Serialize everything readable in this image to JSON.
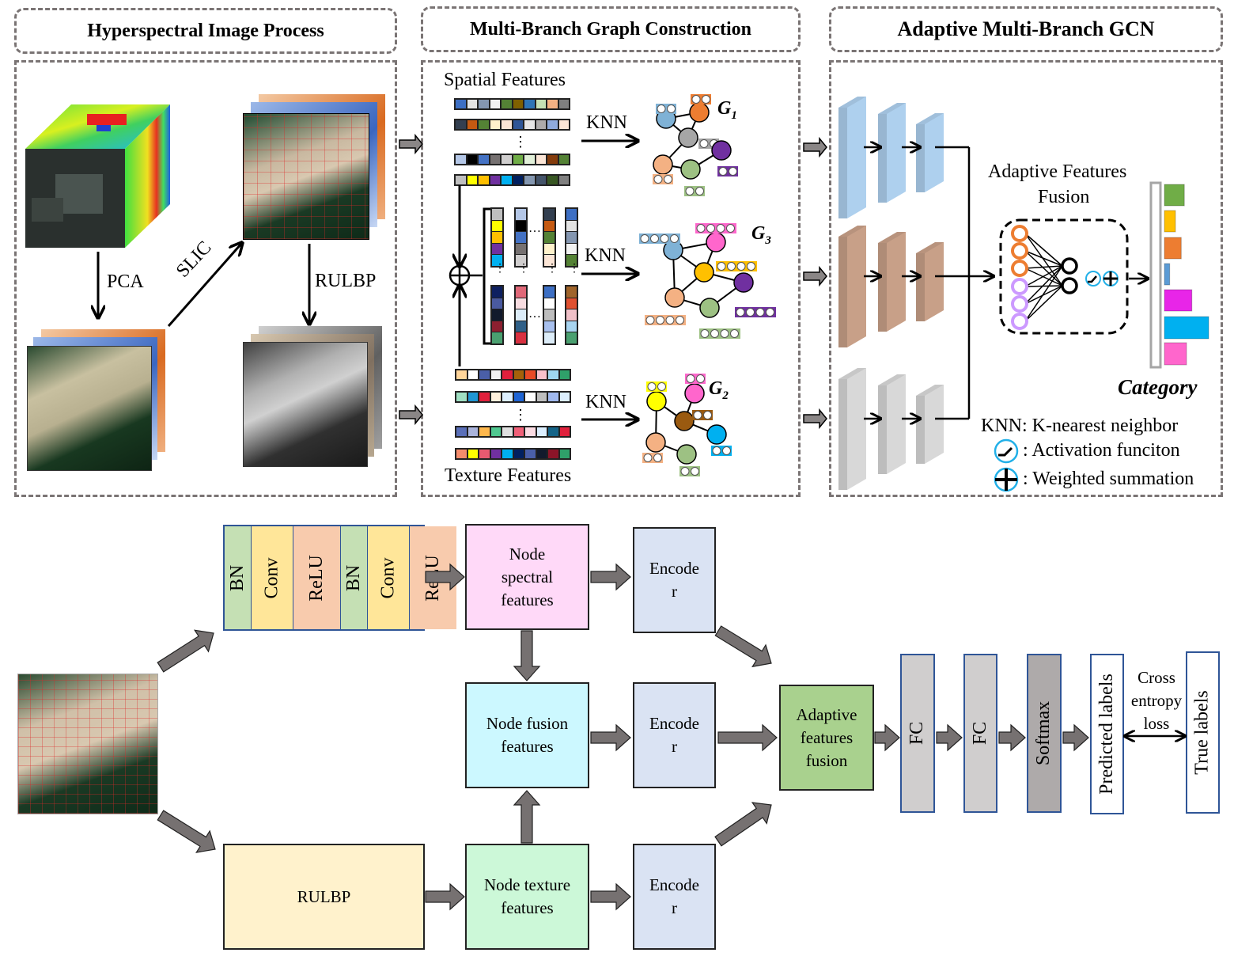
{
  "headers": {
    "hsi": "Hyperspectral Image Process",
    "graph": "Multi-Branch Graph Construction",
    "gcn": "Adaptive Multi-Branch GCN"
  },
  "hsi_panel": {
    "pca": "PCA",
    "slic": "SLIC",
    "rulbp": "RULBP",
    "images": [
      "hyperspectral-cube",
      "pca-components",
      "slic-superpixels",
      "rulbp-texture-maps"
    ]
  },
  "graph_panel": {
    "spatial_label": "Spatial Features",
    "texture_label": "Texture Features",
    "knn": "KNN",
    "spatial_rows": [
      [
        "#3d6fc4",
        "#e3e3e3",
        "#8496b0",
        "#f2f2f2",
        "#548235",
        "#7f6000",
        "#2e75b6",
        "#c5e0b4",
        "#f4b183",
        "#7f7f7f"
      ],
      [
        "#333f50",
        "#c55a11",
        "#548235",
        "#fff2cc",
        "#fbe5d6",
        "#2f5597",
        "#e7e6e6",
        "#aeabab",
        "#8faadc",
        "#fbe5d6"
      ],
      [
        "#b4c7e7",
        "#000000",
        "#4472c4",
        "#767171",
        "#d0cece",
        "#70ad47",
        "#e2f0d9",
        "#fbe5d6",
        "#843c0c",
        "#548235"
      ],
      [
        "#bfbfbf",
        "#ffff00",
        "#ffc000",
        "#7030a0",
        "#00b0f0",
        "#002060",
        "#8497b0",
        "#44546a",
        "#385723",
        "#808080"
      ]
    ],
    "texture_rows": [
      [
        "#ffd59a",
        "#ffffff",
        "#4a5fa8",
        "#f2f2f2",
        "#e0203c",
        "#a5610a",
        "#e84a25",
        "#f8c0cb",
        "#9fd6f0",
        "#2fa06a"
      ],
      [
        "#9fdfc2",
        "#1f96d3",
        "#e0203c",
        "#fff0dc",
        "#dcefff",
        "#1e64d4",
        "#ffffff",
        "#bebebe",
        "#a0b8ee",
        "#dcefff"
      ],
      [
        "#5a6fb8",
        "#aab4dc",
        "#ffb84d",
        "#50c890",
        "#e0e0e0",
        "#f06078",
        "#fbdce3",
        "#dcefff",
        "#146488",
        "#e0203c"
      ],
      [
        "#f58c6c",
        "#ffff00",
        "#e85a70",
        "#7030a0",
        "#00b0f0",
        "#002060",
        "#4a5fa8",
        "#121a2c",
        "#8c1428",
        "#2fa06a"
      ]
    ],
    "fused_columns": [
      {
        "top": [
          "#bfbfbf",
          "#ffff00",
          "#ffc000",
          "#7030a0",
          "#00b0f0"
        ],
        "bottom": [
          "#0e2060",
          "#4a5aa0",
          "#121a2c",
          "#8c2030",
          "#4aa070"
        ]
      },
      {
        "top": [
          "#b4c7e7",
          "#000000",
          "#4472c4",
          "#767171",
          "#d0cece"
        ],
        "bottom": [
          "#e06878",
          "#f8dce0",
          "#dcecf8",
          "#306088",
          "#d83040"
        ]
      },
      {
        "top": [
          "#333f50",
          "#c55a11",
          "#548235",
          "#fff2cc",
          "#fbe5d6"
        ],
        "bottom": [
          "#3d6fc4",
          "#ffffff",
          "#bdbdbd",
          "#a8c0ee",
          "#dcecf8"
        ]
      },
      {
        "top": [
          "#3d6fc4",
          "#e3e3e3",
          "#8496b0",
          "#f2f2f2",
          "#548235"
        ],
        "bottom": [
          "#a0642a",
          "#e05030",
          "#f0c0c8",
          "#a8d4f0",
          "#4aa070"
        ]
      }
    ],
    "graphs": [
      {
        "label": "G",
        "sub": "1",
        "nodes": [
          "#7fb2d6",
          "#ed7d31",
          "#a6a6a6",
          "#f4b183",
          "#9dc183",
          "#7030a0"
        ]
      },
      {
        "label": "G",
        "sub": "3",
        "nodes": [
          "#7fb2d6",
          "#ff66cc",
          "#ffc000",
          "#f4b183",
          "#9dc183",
          "#7030a0"
        ]
      },
      {
        "label": "G",
        "sub": "2",
        "nodes": [
          "#ffff00",
          "#ff66cc",
          "#9a5a10",
          "#f4b183",
          "#9dc183",
          "#00b0f0"
        ]
      }
    ]
  },
  "gcn_panel": {
    "fusion_title_1": "Adaptive Features",
    "fusion_title_2": "Fusion",
    "category": "Category",
    "branches": [
      "#aed0ee",
      "#c8a088",
      "#d8d8d8"
    ],
    "category_bars": [
      {
        "color": "#70ad47",
        "value": 0.45
      },
      {
        "color": "#ffc000",
        "value": 0.25
      },
      {
        "color": "#ed7d31",
        "value": 0.38
      },
      {
        "color": "#5b9bd5",
        "value": 0.12
      },
      {
        "color": "#e825e8",
        "value": 0.62
      },
      {
        "color": "#00b0f0",
        "value": 1.0
      },
      {
        "color": "#ff66cc",
        "value": 0.5
      }
    ],
    "legend": {
      "knn": "KNN: K-nearest neighbor",
      "activation": ": Activation funciton",
      "weighted": ": Weighted summation"
    }
  },
  "pipeline": {
    "cnn_layers": [
      {
        "label": "BN",
        "color": "#c5e0b4"
      },
      {
        "label": "Conv",
        "color": "#ffe699"
      },
      {
        "label": "ReLU",
        "color": "#f8cbad"
      },
      {
        "label": "BN",
        "color": "#c5e0b4"
      },
      {
        "label": "Conv",
        "color": "#ffe699"
      },
      {
        "label": "ReLU",
        "color": "#f8cbad"
      }
    ],
    "rulbp": "RULBP",
    "node_spectral": [
      "Node",
      "spectral",
      "features"
    ],
    "node_fusion": [
      "Node fusion",
      "features"
    ],
    "node_texture": [
      "Node texture",
      "features"
    ],
    "encoder": [
      "Encode",
      "r"
    ],
    "adaptive_fusion": [
      "Adaptive",
      "features",
      "fusion"
    ],
    "fc1": "FC",
    "fc2": "FC",
    "softmax": "Softmax",
    "predicted": "Predicted labels",
    "true_labels": "True labels",
    "loss": [
      "Cross",
      "entropy",
      "loss"
    ],
    "colors": {
      "spectral": "#ffd9f8",
      "fusion": "#ccf8ff",
      "texture": "#ccf8d8",
      "encoder": "#dae3f3",
      "adaptive": "#a9d18e",
      "rulbp": "#fff2cc",
      "fc": "#d0cece",
      "softmax": "#aeaaaa",
      "arrow": "#767171"
    }
  }
}
